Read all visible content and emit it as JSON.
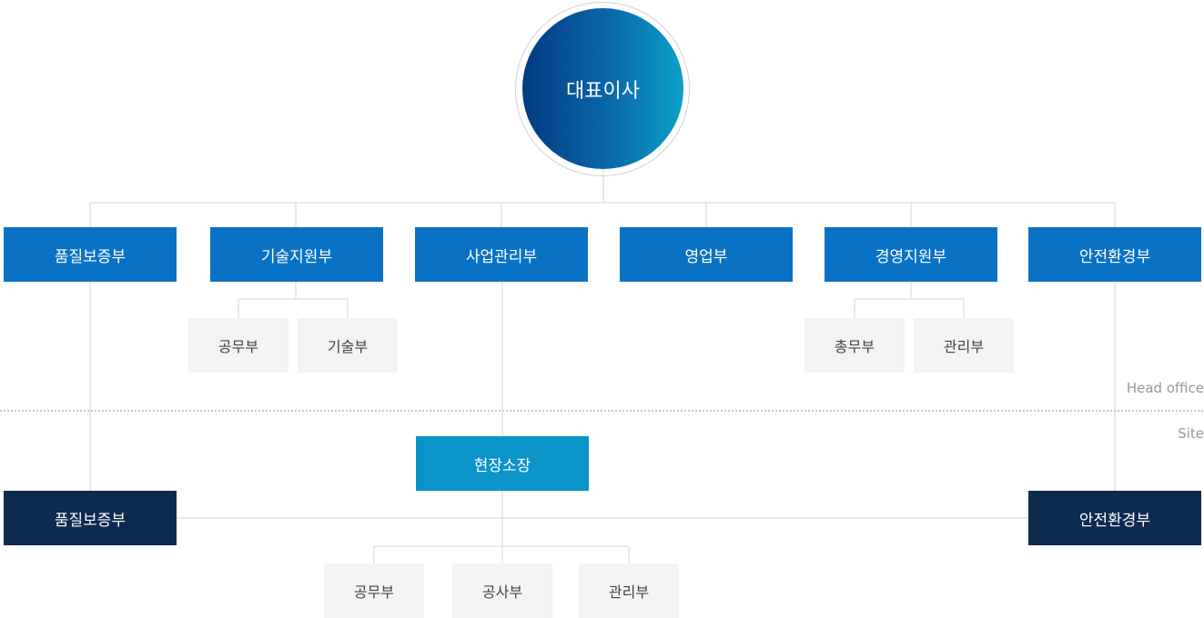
{
  "ceo": "대표이사",
  "departments": [
    "품질보증부",
    "기술지원부",
    "사업관리부",
    "영업부",
    "경영지원부",
    "안전환경부"
  ],
  "tech_support_subs": [
    "공무부",
    "기술부"
  ],
  "management_support_subs": [
    "총무부",
    "관리부"
  ],
  "labels": {
    "head_office": "Head office",
    "site": "Site"
  },
  "site": {
    "manager": "현장소장",
    "quality_dept": "품질보증부",
    "safety_dept": "안전환경부",
    "subs": [
      "공무부",
      "공사부",
      "관리부"
    ]
  },
  "colors": {
    "dept": "#0a72c4",
    "site_manager": "#0a94c8",
    "site_dept": "#0d2a4f",
    "sub_bg": "#f3f3f3"
  }
}
